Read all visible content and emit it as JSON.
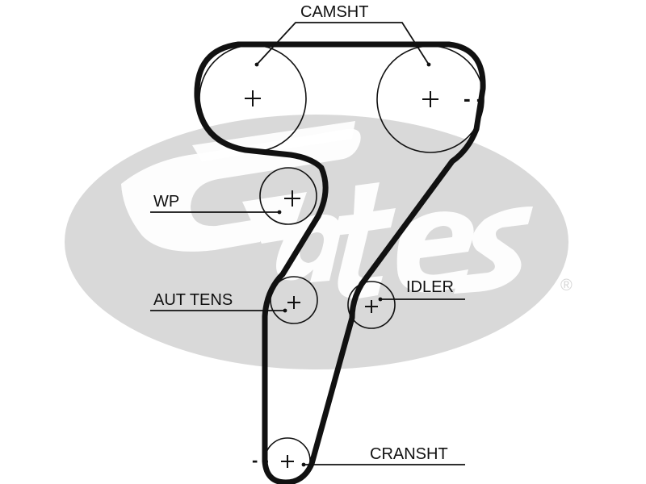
{
  "brand": {
    "wordmark": "Gates",
    "registered_mark": "®",
    "watermark_color": "#d9d9d9"
  },
  "colors": {
    "belt": "#111111",
    "text": "#111111",
    "background": "#ffffff"
  },
  "labels": {
    "camshaft": "CAMSHT",
    "water_pump": "WP",
    "auto_tensioner": "AUT TENS",
    "idler": "IDLER",
    "crankshaft": "CRANSHT"
  },
  "direction_marks": {
    "camshaft_right": "- -",
    "crankshaft_left": "- -"
  }
}
